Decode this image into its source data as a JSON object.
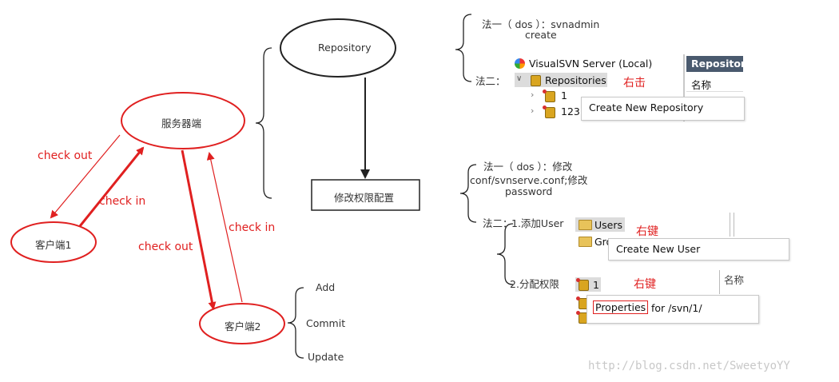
{
  "nodes": {
    "repository": "Repository",
    "server": "服务器端",
    "client1": "客户端1",
    "client2": "客户端2",
    "permission_config": "修改权限配置"
  },
  "edge_labels": {
    "checkout_1": "check out",
    "checkin_1": "check in",
    "checkout_2": "check out",
    "checkin_2": "check in"
  },
  "client_ops": [
    "Add",
    "Commit",
    "Update"
  ],
  "repo_methods": {
    "method1_line1": "法一（ dos ）：svnadmin",
    "method1_line2": "create",
    "method2": "法二："
  },
  "repo_screenshot": {
    "tree_root": "VisualSVN Server (Local)",
    "tree_repositories": "Repositories",
    "tree_item_1": "1",
    "tree_item_2": "123",
    "panel_header": "Repositori",
    "panel_column": "名称",
    "annotation": "右击",
    "context_menu_item": "Create New Repository"
  },
  "perm_methods": {
    "method1_line1": "法一（ dos ）：修改",
    "method1_line2": "conf/svnserve.conf;修改",
    "method1_line3": "password",
    "method2_prefix": "法二：",
    "step1": "1.添加User",
    "step2": "2.分配权限"
  },
  "user_screenshot": {
    "item_users": "Users",
    "item_groups": "Gro",
    "annotation": "右键",
    "context_menu_item": "Create New User"
  },
  "perm_screenshot": {
    "item_1": "1",
    "side_text": "名称",
    "annotation": "右键",
    "context_menu_highlight": "Properties",
    "context_menu_rest": " for /svn/1/"
  },
  "watermark": "http://blog.csdn.net/SweetyoYY",
  "colors": {
    "red": "#e02020",
    "dark": "#333333"
  }
}
